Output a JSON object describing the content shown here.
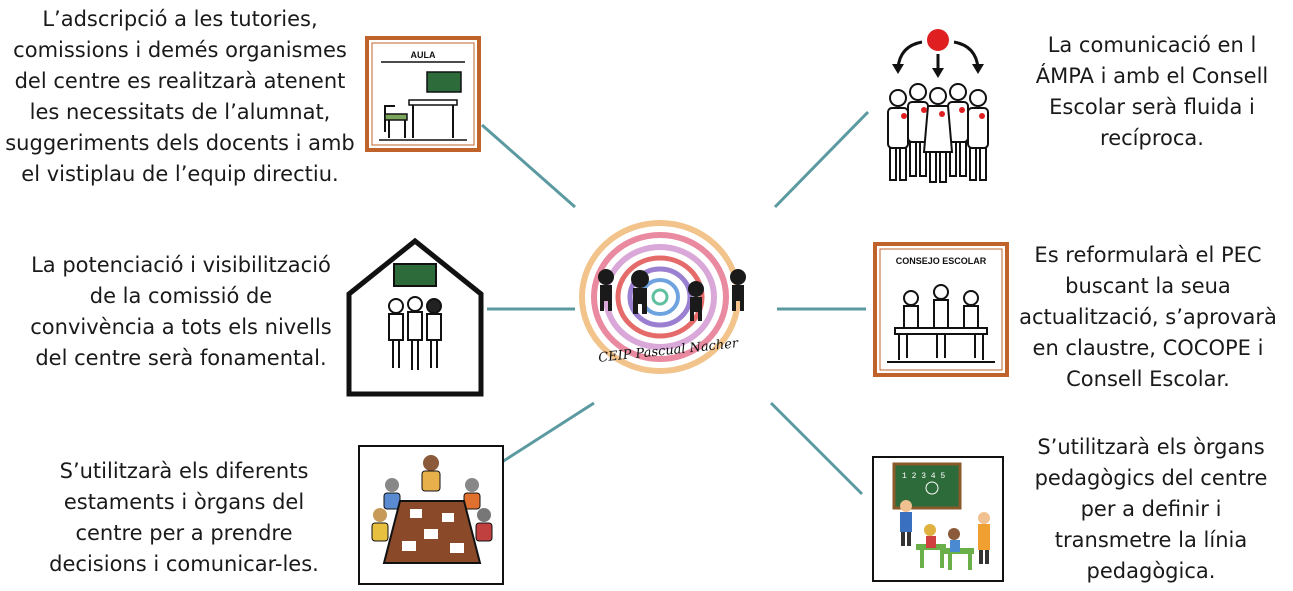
{
  "center": {
    "logo_text": "CEIP Pascual Nacher"
  },
  "nodes": [
    {
      "id": "tutories",
      "text": "L’adscripció a les tutories, comissions i demés organismes del centre es realitzarà atenent les necessitats de l’alumnat, suggeriments dels docents i amb el vistiplau de l’equip directiu.",
      "pictogram_label": "AULA",
      "pictogram": "classroom-icon"
    },
    {
      "id": "ampa",
      "text": "La comunicació en l ÁMPA i amb el Consell Escolar serà fluida i recíproca.",
      "pictogram": "group-communication-icon"
    },
    {
      "id": "convivencia",
      "text": "La potenciació i visibilització de la comissió de convivència a tots els nivells del centre serà fonamental.",
      "pictogram": "school-house-icon"
    },
    {
      "id": "pec",
      "text": "Es reformularà el PEC buscant la seua actualització, s’aprovarà en claustre, COCOPE i Consell Escolar.",
      "pictogram_label": "CONSEJO ESCOLAR",
      "pictogram": "school-council-icon"
    },
    {
      "id": "estaments",
      "text": "S’utilitzarà els diferents estaments i òrgans del centre per a prendre decisions i comunicar-les.",
      "pictogram": "meeting-table-icon"
    },
    {
      "id": "organs",
      "text": "S’utilitzarà els òrgans pedagògics del centre per a definir i transmetre la línia pedagògica.",
      "pictogram": "teaching-class-icon"
    }
  ],
  "colors": {
    "connector": "#5b9aa0",
    "frame": "#c0632a",
    "board": "#2e6b3a"
  }
}
